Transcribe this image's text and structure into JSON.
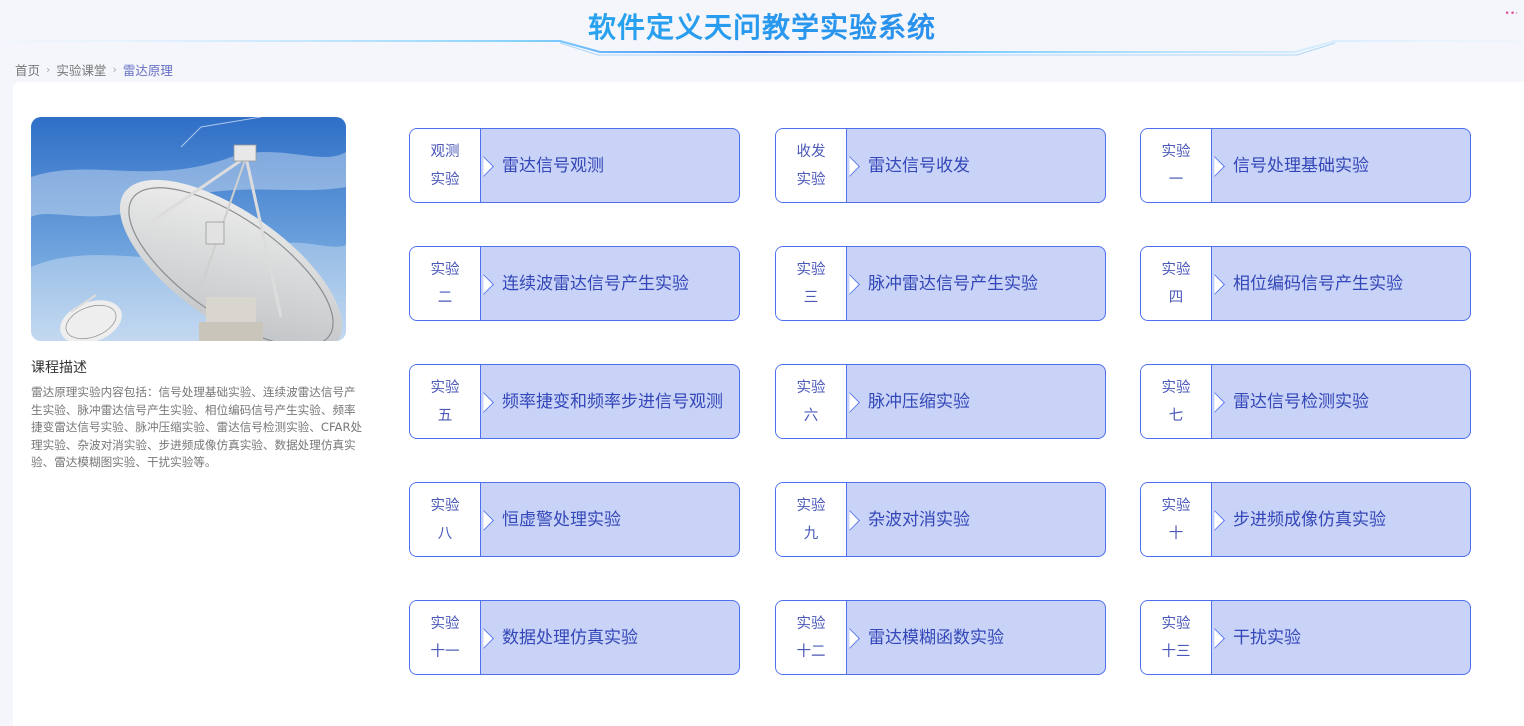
{
  "header": {
    "title": "软件定义天问教学实验系统",
    "corner_mark": "••·"
  },
  "breadcrumb": [
    "首页",
    "实验课堂",
    "雷达原理"
  ],
  "course": {
    "image_icon": "radar-dish-photo",
    "desc_title": "课程描述",
    "desc_text": "雷达原理实验内容包括：信号处理基础实验、连续波雷达信号产生实验、脉冲雷达信号产生实验、相位编码信号产生实验、频率捷变雷达信号实验、脉冲压缩实验、雷达信号检测实验、CFAR处理实验、杂波对消实验、步进频成像仿真实验、数据处理仿真实验、雷达模糊图实验、干扰实验等。"
  },
  "colors": {
    "accent": "#4d6ff0",
    "card_bg": "#c9d3f7",
    "card_text": "#3347b8",
    "tag_text": "#4a58b8"
  },
  "experiments": [
    {
      "tag1": "观测",
      "tag2": "实验",
      "title": "雷达信号观测"
    },
    {
      "tag1": "收发",
      "tag2": "实验",
      "title": "雷达信号收发"
    },
    {
      "tag1": "实验",
      "tag2": "一",
      "title": "信号处理基础实验"
    },
    {
      "tag1": "实验",
      "tag2": "二",
      "title": "连续波雷达信号产生实验"
    },
    {
      "tag1": "实验",
      "tag2": "三",
      "title": "脉冲雷达信号产生实验"
    },
    {
      "tag1": "实验",
      "tag2": "四",
      "title": "相位编码信号产生实验"
    },
    {
      "tag1": "实验",
      "tag2": "五",
      "title": "频率捷变和频率步进信号观测"
    },
    {
      "tag1": "实验",
      "tag2": "六",
      "title": "脉冲压缩实验"
    },
    {
      "tag1": "实验",
      "tag2": "七",
      "title": "雷达信号检测实验"
    },
    {
      "tag1": "实验",
      "tag2": "八",
      "title": "恒虚警处理实验"
    },
    {
      "tag1": "实验",
      "tag2": "九",
      "title": "杂波对消实验"
    },
    {
      "tag1": "实验",
      "tag2": "十",
      "title": "步进频成像仿真实验"
    },
    {
      "tag1": "实验",
      "tag2": "十一",
      "title": "数据处理仿真实验"
    },
    {
      "tag1": "实验",
      "tag2": "十二",
      "title": "雷达模糊函数实验"
    },
    {
      "tag1": "实验",
      "tag2": "十三",
      "title": "干扰实验"
    }
  ]
}
